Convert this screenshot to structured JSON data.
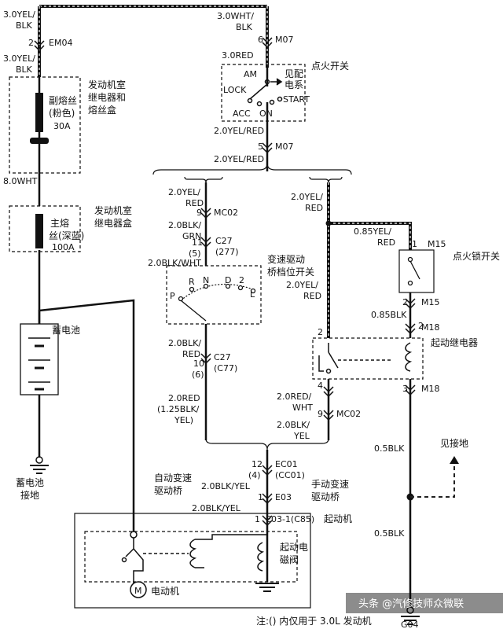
{
  "labels": {
    "w_top_left": "3.0YEL/",
    "w_top_left2": "BLK",
    "em04_pin": "2",
    "em04": "EM04",
    "w_left_2": "3.0YEL/",
    "w_left_2b": "BLK",
    "box1_t1": "发动机室",
    "box1_t2": "继电器和",
    "box1_t3": "熔丝盒",
    "fuse1_t1": "副熔丝",
    "fuse1_t2": "(粉色)",
    "fuse1_t3": "30A",
    "w_8wht": "8.0WHT",
    "box2_t1": "发动机室",
    "box2_t2": "继电器盒",
    "fuse2_t1": "主熔",
    "fuse2_t2": "丝(深蓝)",
    "fuse2_t3": "100A",
    "battery": "蓄电池",
    "bat_gnd1": "蓄电池",
    "bat_gnd2": "接地",
    "w_3wht": "3.0WHT/",
    "w_3wht2": "BLK",
    "m07_pin6": "6",
    "m07a": "M07",
    "w_3red": "3.0RED",
    "ign_switch": "点火开关",
    "am": "AM",
    "see_pwr1": "见配",
    "see_pwr2": "电系",
    "lock": "LOCK",
    "start": "START",
    "acc": "ACC",
    "on": "ON",
    "w_2yr1": "2.0YEL/RED",
    "m07_pin5": "5",
    "m07b": "M07",
    "w_2yr2": "2.0YEL/RED",
    "w_2yr3a": "2.0YEL/",
    "w_2yr3b": "RED",
    "mc02_pin9": "9",
    "mc02a": "MC02",
    "w_2bg1": "2.0BLK/",
    "w_2bg2": "GRN",
    "c27_pin11": "11",
    "c27a": "C27",
    "c27_alt_pin": "(5)",
    "c27_alt": "(277)",
    "w_2bw": "2.0BLK/WHT",
    "trans_sw1": "变速驱动",
    "trans_sw2": "桥档位开关",
    "gear_r": "R",
    "gear_n": "N",
    "gear_d": "D",
    "gear_2": "2",
    "gear_l": "L",
    "gear_p": "P",
    "w_2br1": "2.0BLK/",
    "w_2br2": "RED",
    "c27b": "C27",
    "c27b_pin": "10",
    "c27b_alt": "(C77)",
    "c27b_alt_pin": "(6)",
    "w_2red": "2.0RED",
    "w_2red_alt": "(1.25BLK/",
    "w_2red_alt2": "YEL)",
    "w_2yr4a": "2.0YEL/",
    "w_2yr4b": "RED",
    "w_085yr1": "0.85YEL/",
    "w_085yr2": "RED",
    "m15_pin1": "1",
    "m15a": "M15",
    "ign_lock_sw": "点火锁开关",
    "w_2yr5a": "2.0YEL/",
    "w_2yr5b": "RED",
    "m15_pin2": "2",
    "m15b": "M15",
    "w_085blk": "0.85BLK",
    "m18_pin2": "2",
    "m18a": "M18",
    "start_relay": "起动继电器",
    "m18_pin4": "4",
    "m18_pin3": "3",
    "m18b": "M18",
    "w_2rw1": "2.0RED/",
    "w_2rw2": "WHT",
    "mc02_pin9b": "9",
    "mc02b": "MC02",
    "w_2by1": "2.0BLK/",
    "w_2by2": "YEL",
    "w_05blk1": "0.5BLK",
    "see_gnd": "见接地",
    "g04": "G04",
    "w_05blk2": "0.5BLK",
    "ec01_pin": "12",
    "ec01": "EC01",
    "ec01_alt_pin": "(4)",
    "ec01_alt": "(CC01)",
    "auto_trans1": "自动变速",
    "auto_trans2": "驱动桥",
    "w_2by3": "2.0BLK/YEL",
    "man_trans1": "手动变速",
    "man_trans2": "驱动桥",
    "e03_pin": "1",
    "e03": "E03",
    "w_2by4": "2.0BLK/YEL",
    "e031_pin": "1",
    "e031": "E03-1(C85)",
    "starter": "起动机",
    "solenoid1": "起动电",
    "solenoid2": "磁阀",
    "motor_m": "M",
    "motor": "电动机",
    "note": "注:() 内仅用于 3.0L 发动机",
    "watermark": "头条 @汽修技师众微联"
  },
  "colors": {
    "line": "#111111",
    "dash": "#222222"
  }
}
